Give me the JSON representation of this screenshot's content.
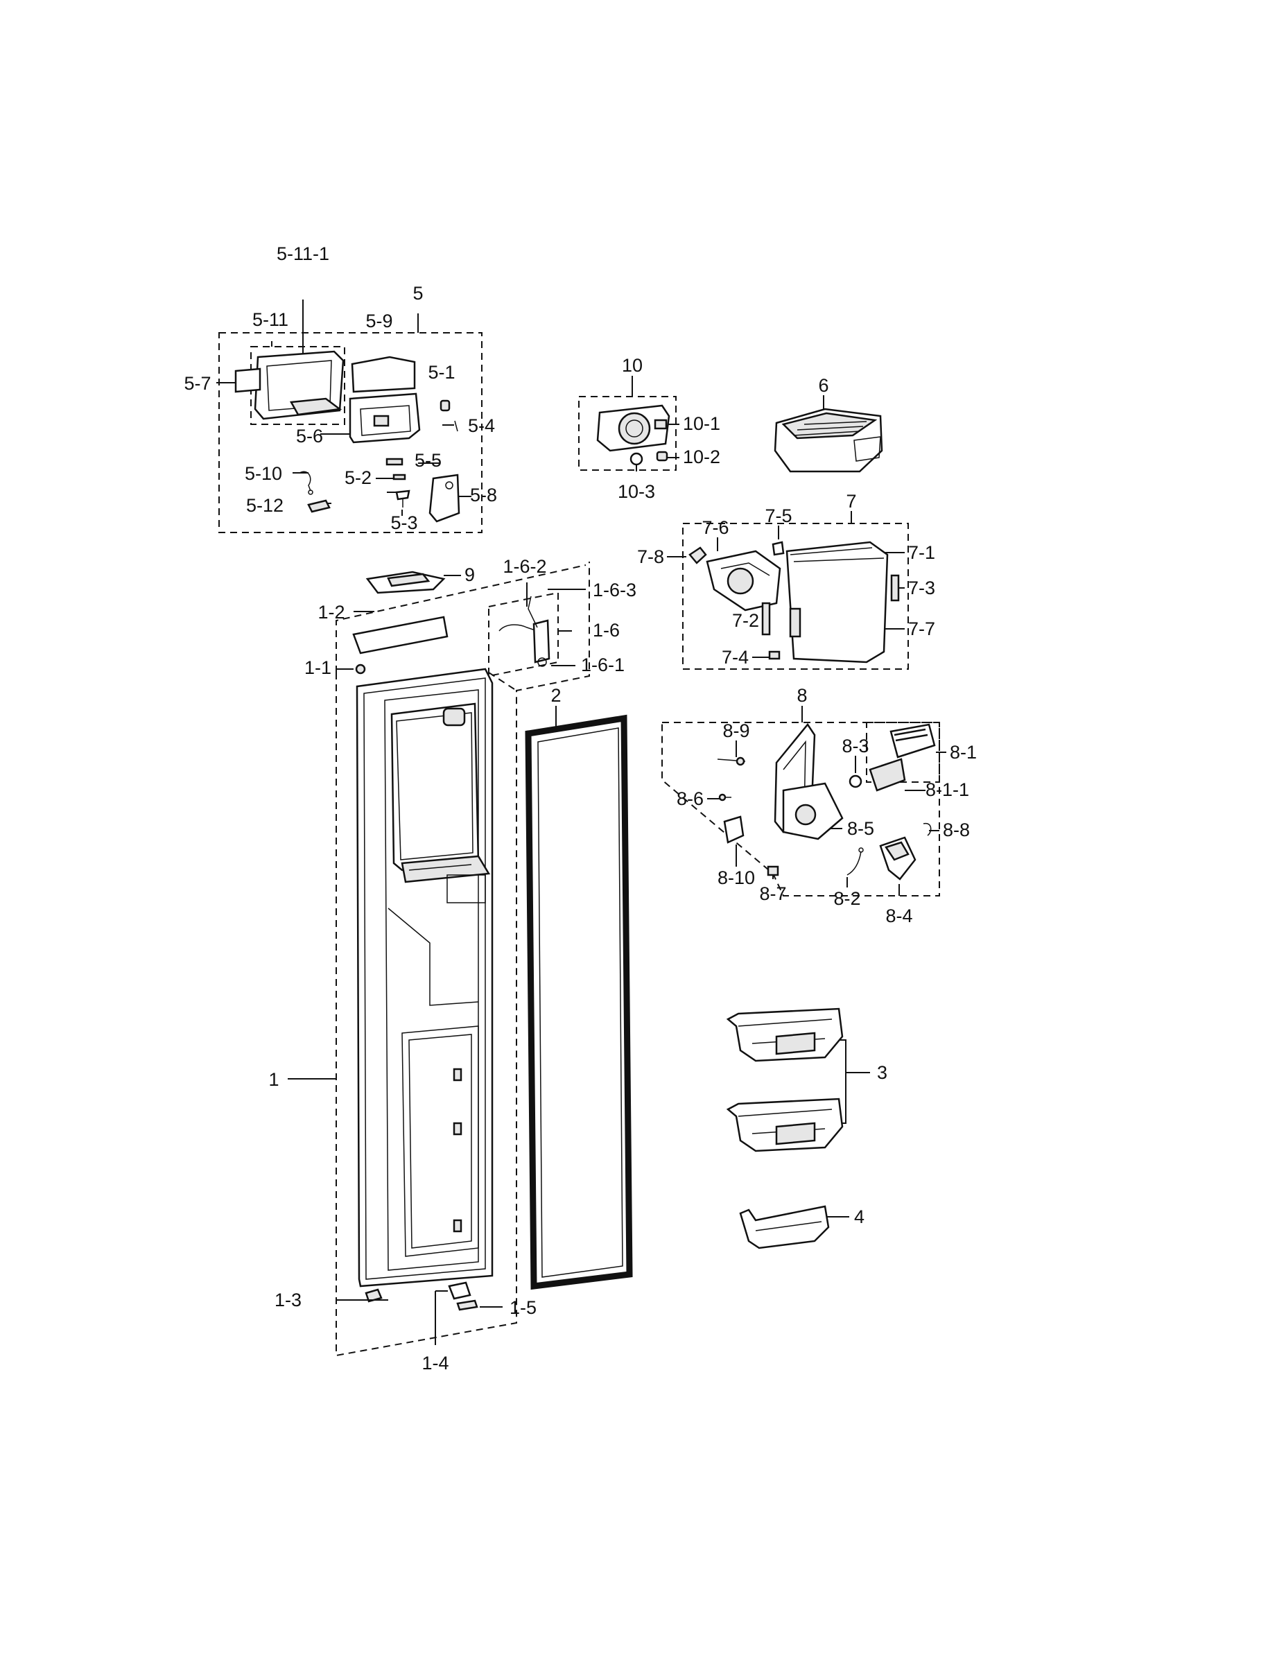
{
  "labels": {
    "l_5_11_1": "5-11-1",
    "l_5": "5",
    "l_5_11": "5-11",
    "l_5_9": "5-9",
    "l_5_1": "5-1",
    "l_5_7": "5-7",
    "l_5_4": "5-4",
    "l_5_6": "5-6",
    "l_5_5": "5-5",
    "l_5_10": "5-10",
    "l_5_2": "5-2",
    "l_5_8": "5-8",
    "l_5_12": "5-12",
    "l_5_3": "5-3",
    "l_10": "10",
    "l_10_1": "10-1",
    "l_10_2": "10-2",
    "l_10_3": "10-3",
    "l_6": "6",
    "l_7": "7",
    "l_7_6": "7-6",
    "l_7_5": "7-5",
    "l_7_8": "7-8",
    "l_7_1": "7-1",
    "l_7_3": "7-3",
    "l_7_2": "7-2",
    "l_7_7": "7-7",
    "l_7_4": "7-4",
    "l_9": "9",
    "l_1_6_2": "1-6-2",
    "l_1_6_3": "1-6-3",
    "l_1_2": "1-2",
    "l_1_6": "1-6",
    "l_1_1": "1-1",
    "l_1_6_1": "1-6-1",
    "l_2": "2",
    "l_8": "8",
    "l_8_9": "8-9",
    "l_8_3": "8-3",
    "l_8_1": "8-1",
    "l_8_1_1": "8-1-1",
    "l_8_6": "8-6",
    "l_8_5": "8-5",
    "l_8_8": "8-8",
    "l_8_10": "8-10",
    "l_8_7": "8-7",
    "l_8_2": "8-2",
    "l_8_4": "8-4",
    "l_1": "1",
    "l_3": "3",
    "l_4": "4",
    "l_1_3": "1-3",
    "l_1_5": "1-5",
    "l_1_4": "1-4"
  }
}
